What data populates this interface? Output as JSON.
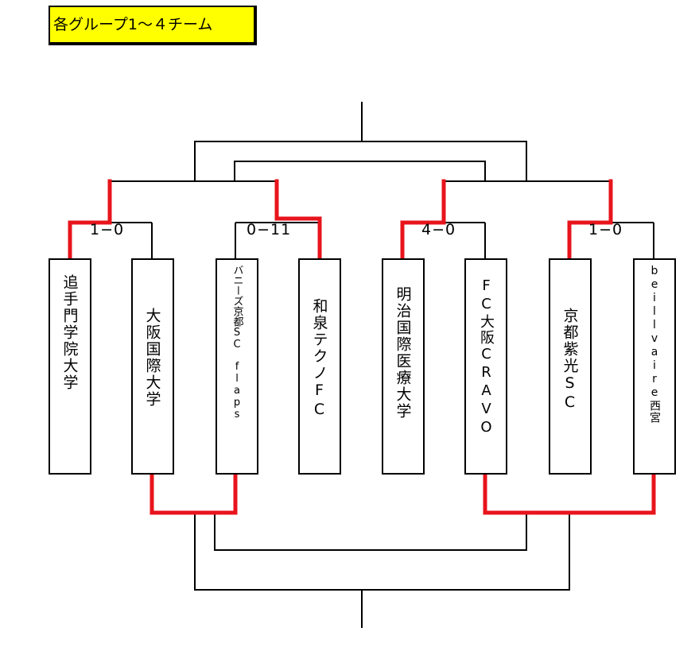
{
  "title": "各グループ1〜４チーム",
  "teams": [
    "追手門学院大学",
    "大阪国際大学",
    "バニーズ京都SC　flaps",
    "和泉テクノFC",
    "明治国際医療大学",
    "FC大阪CRAVO",
    "京都紫光SC",
    "beillvaire西宮"
  ],
  "scores": [
    "1−0",
    "0−11",
    "4−0",
    "1−0"
  ],
  "colors": {
    "winner_line": "#e8141c",
    "line": "#000000",
    "title_bg": "#ffff00"
  }
}
